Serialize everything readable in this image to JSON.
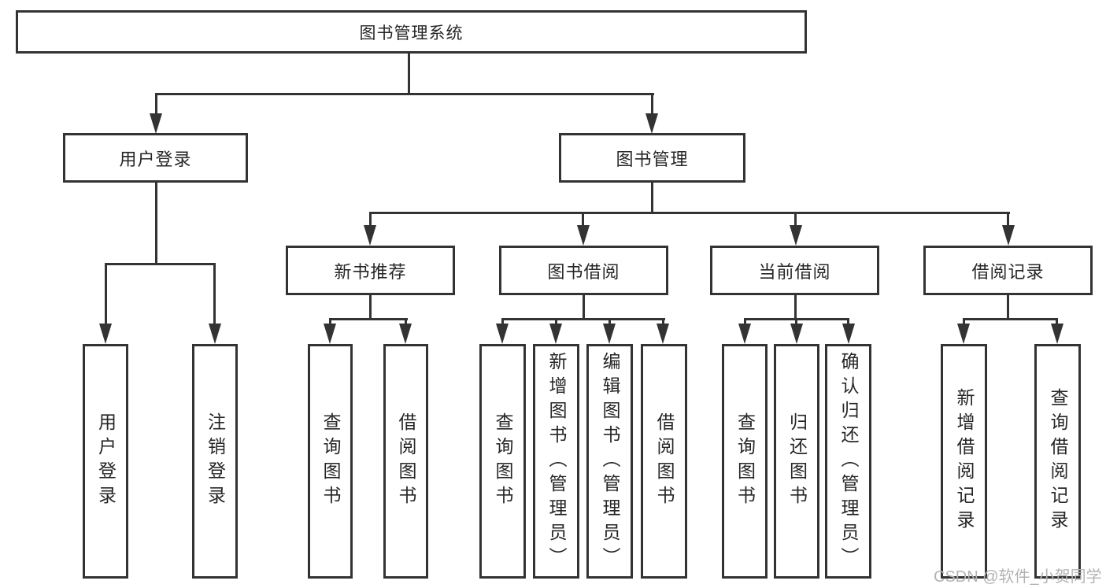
{
  "nodes": {
    "root": "图书管理系统",
    "level2": [
      "用户登录",
      "图书管理"
    ],
    "level3": [
      "新书推荐",
      "图书借阅",
      "当前借阅",
      "借阅记录"
    ],
    "leaves_login": [
      "用户登录",
      "注销登录"
    ],
    "leaves_recommend": [
      "查询图书",
      "借阅图书"
    ],
    "leaves_borrow": [
      "查询图书",
      "新增图书（管理员）",
      "编辑图书（管理员）",
      "借阅图书"
    ],
    "leaves_current": [
      "查询图书",
      "归还图书",
      "确认归还（管理员）"
    ],
    "leaves_records": [
      "新增借阅记录",
      "查询借阅记录"
    ]
  },
  "watermark": "CSDN @软件_小贺同学",
  "colors": {
    "line": "#333333",
    "text": "#262626",
    "watermark": "#b3b3b3",
    "background": "#ffffff"
  }
}
